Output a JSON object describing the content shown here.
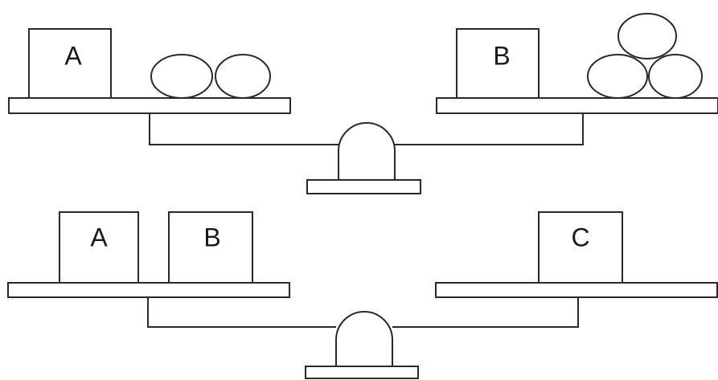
{
  "scales": [
    {
      "left_pan": {
        "blocks": [
          "A"
        ],
        "balls": 2
      },
      "right_pan": {
        "blocks": [
          "B"
        ],
        "balls": 3
      }
    },
    {
      "left_pan": {
        "blocks": [
          "A",
          "B"
        ],
        "balls": 0
      },
      "right_pan": {
        "blocks": [
          "C"
        ],
        "balls": 0
      }
    }
  ]
}
